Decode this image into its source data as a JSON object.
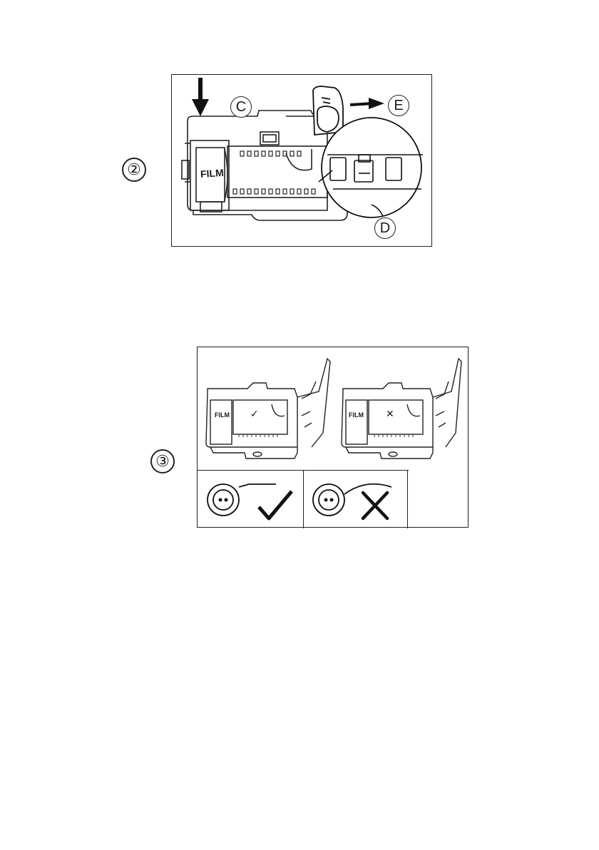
{
  "figure_2": {
    "step": "②",
    "labels": {
      "c": "C",
      "d": "D",
      "e": "E",
      "film": "FILM"
    }
  },
  "figure_3": {
    "step": "③",
    "top_left": {
      "film": "FILM",
      "mark": "✓"
    },
    "top_right": {
      "film": "FILM",
      "mark": "✕"
    },
    "bottom_left_mark": "✓",
    "bottom_right_mark": "✕"
  }
}
